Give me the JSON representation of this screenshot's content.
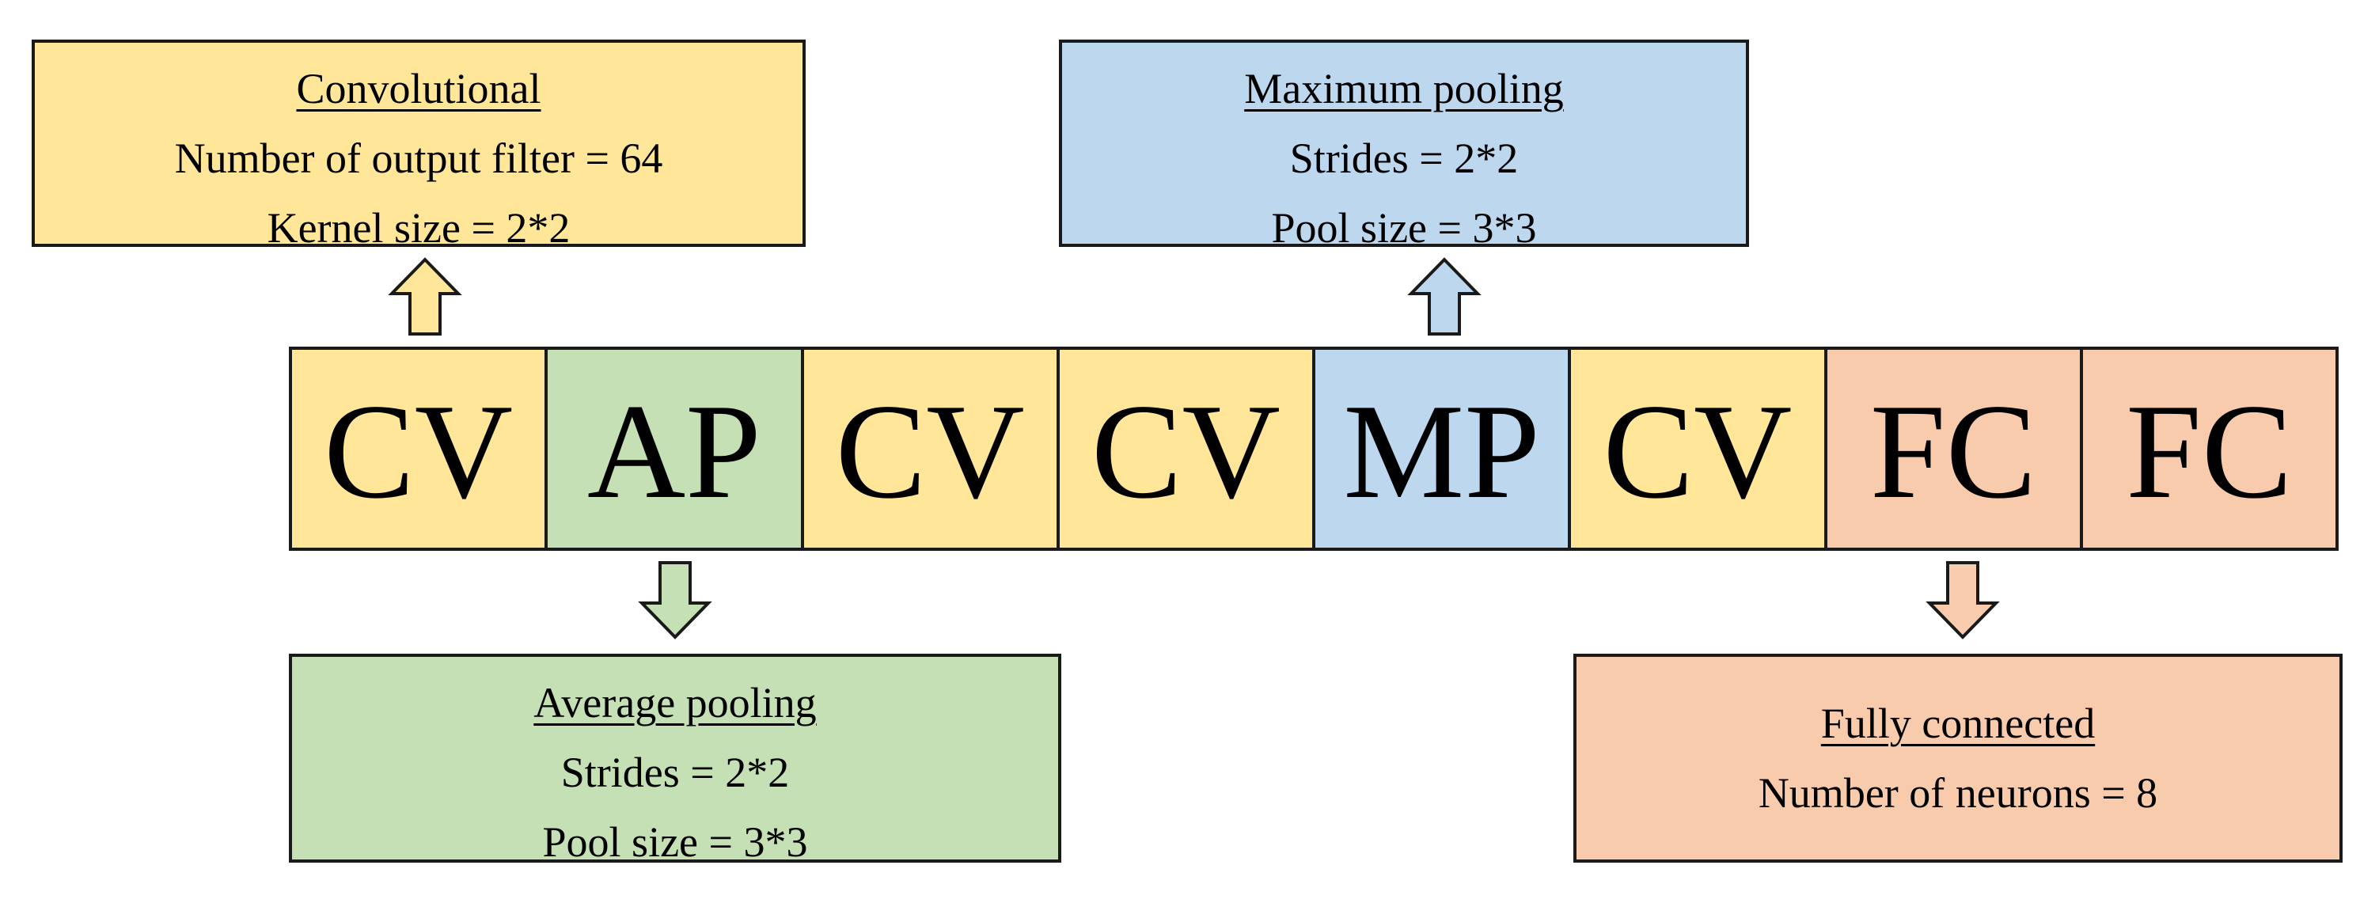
{
  "colors": {
    "cv": "#ffe699",
    "ap": "#c5e0b4",
    "mp": "#bdd7ee",
    "fc": "#f8cbad",
    "stroke": "#1a1a1a"
  },
  "strip": {
    "cells": [
      {
        "label": "CV",
        "kind": "cv"
      },
      {
        "label": "AP",
        "kind": "ap"
      },
      {
        "label": "CV",
        "kind": "cv"
      },
      {
        "label": "CV",
        "kind": "cv"
      },
      {
        "label": "MP",
        "kind": "mp"
      },
      {
        "label": "CV",
        "kind": "cv"
      },
      {
        "label": "FC",
        "kind": "fc"
      },
      {
        "label": "FC",
        "kind": "fc"
      }
    ]
  },
  "panels": {
    "convolutional": {
      "heading": "Convolutional",
      "lines": [
        "Number of output filter = 64",
        "Kernel size = 2*2"
      ]
    },
    "max_pooling": {
      "heading": "Maximum pooling",
      "lines": [
        "Strides = 2*2",
        "Pool size = 3*3"
      ]
    },
    "avg_pooling": {
      "heading": "Average pooling",
      "lines": [
        "Strides = 2*2",
        "Pool size = 3*3"
      ]
    },
    "fully_connected": {
      "heading": "Fully connected",
      "lines": [
        "Number of neurons = 8"
      ]
    }
  },
  "arrows": [
    {
      "direction": "up",
      "kind": "cv"
    },
    {
      "direction": "up",
      "kind": "mp"
    },
    {
      "direction": "down",
      "kind": "ap"
    },
    {
      "direction": "down",
      "kind": "fc"
    }
  ]
}
